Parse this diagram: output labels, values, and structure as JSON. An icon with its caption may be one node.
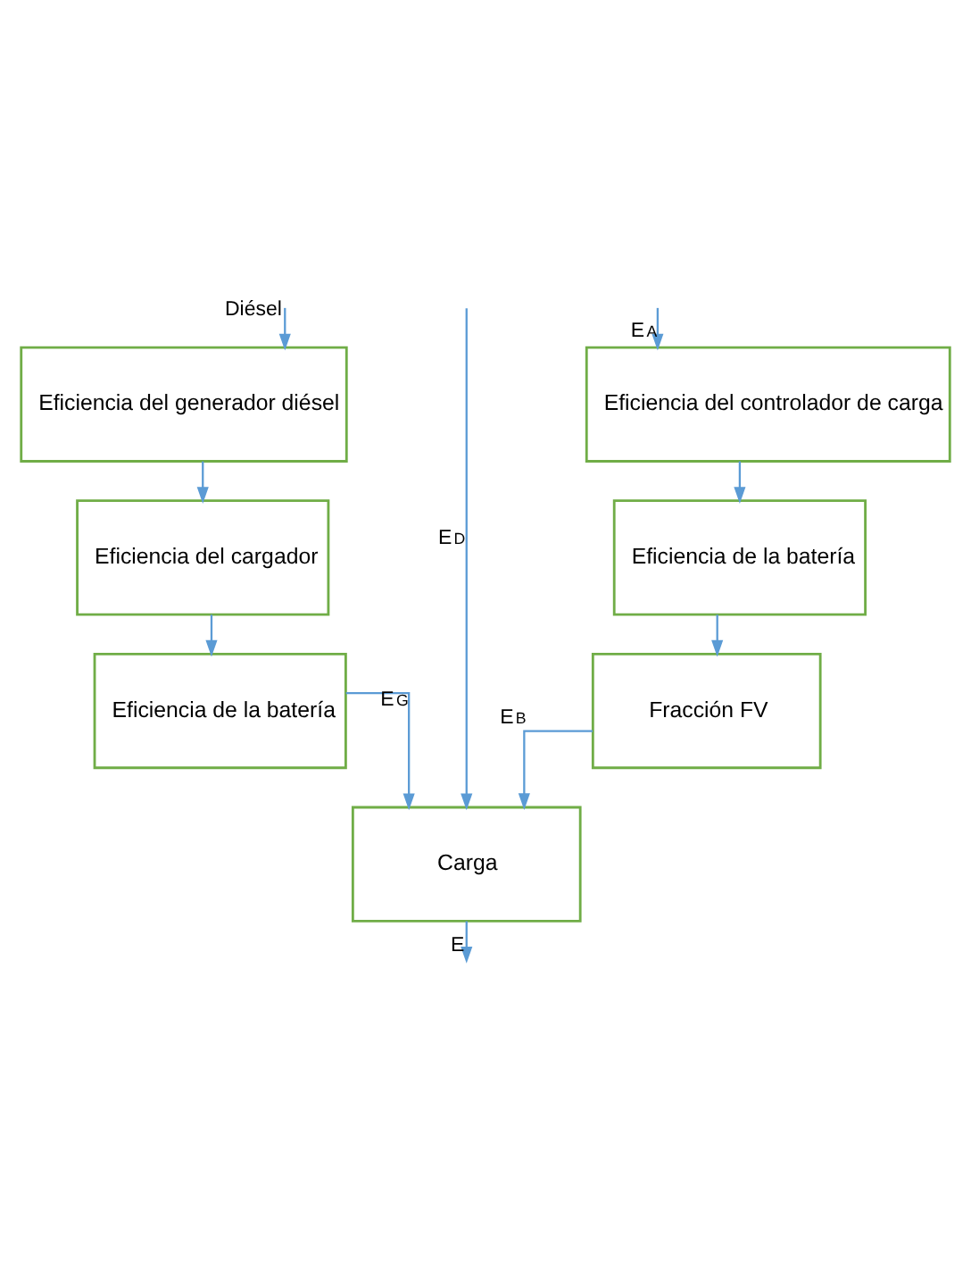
{
  "diagram": {
    "nodes": [
      {
        "text": [
          "Eficiencia del generador diésel"
        ]
      },
      {
        "text": [
          "Eficiencia del cargador"
        ]
      },
      {
        "text": [
          "Eficiencia de la batería"
        ]
      },
      {
        "text": [
          "Eficiencia del controlador de carga"
        ]
      },
      {
        "text": [
          "Eficiencia de la batería"
        ]
      },
      {
        "text": [
          "Fracción FV"
        ]
      },
      {
        "text": [
          "Carga"
        ]
      }
    ],
    "edges": [
      {
        "from": null,
        "to": 0,
        "arrow": "to",
        "label": "Diésel"
      },
      {
        "from": 0,
        "to": 1,
        "arrow": "to"
      },
      {
        "from": 1,
        "to": 2,
        "arrow": "to"
      },
      {
        "from": 2,
        "to": 6,
        "arrow": "to",
        "label": "E$_{G}$"
      },
      {
        "from": null,
        "to": 3,
        "arrow": "to",
        "label": "E$_{A}$"
      },
      {
        "from": null,
        "to": 6,
        "arrow": "to",
        "label": "E$_{D}$"
      },
      {
        "from": 3,
        "to": 4,
        "arrow": "to"
      },
      {
        "from": 4,
        "to": 5,
        "arrow": "to"
      },
      {
        "from": 5,
        "to": 6,
        "arrow": "to",
        "label": "E$_{B}$"
      },
      {
        "from": 6,
        "to": null,
        "arrow": "to",
        "label": "E"
      }
    ]
  }
}
